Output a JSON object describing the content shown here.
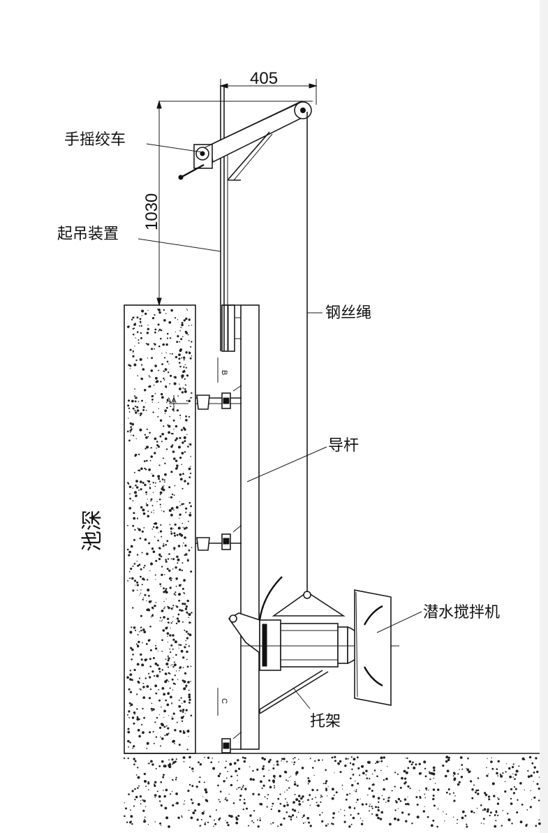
{
  "labels": {
    "winch": "手摇绞车",
    "hoist": "起吊装置",
    "wire_rope": "钢丝绳",
    "guide_rod": "导杆",
    "pool_wall": "池深",
    "mixer": "潜水搅拌机",
    "bracket": "托架"
  },
  "dimensions": {
    "width": "405",
    "height": "1030"
  },
  "marks": {
    "section_a": "AA",
    "section_b": "B",
    "section_c": "C"
  },
  "colors": {
    "line": "#1a1a1a",
    "background": "#ffffff",
    "strip": "#f2f2f2"
  }
}
